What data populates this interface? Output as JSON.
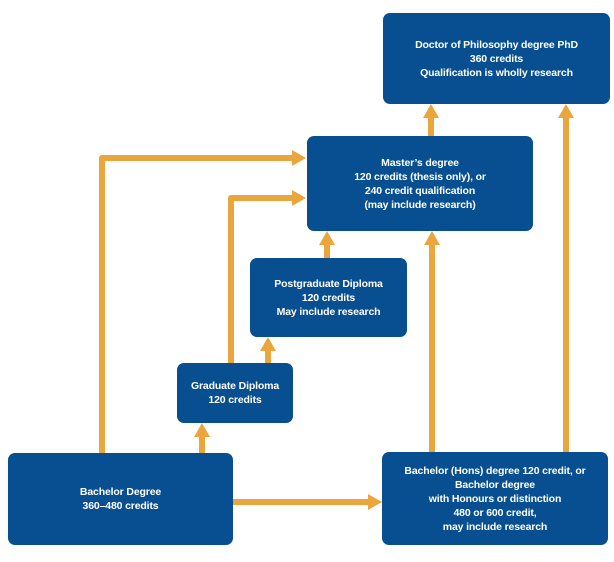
{
  "diagram": {
    "type": "flowchart",
    "background_color": "#ffffff",
    "colors": {
      "node_fill": "#084f91",
      "node_text": "#ffffff",
      "arrow": "#eaa53c"
    },
    "nodes": {
      "phd": {
        "lines": [
          "Doctor of Philosophy degree PhD",
          "360 credits",
          "Qualification is wholly research"
        ]
      },
      "masters": {
        "lines": [
          "Master’s degree",
          "120 credits (thesis only), or",
          "240 credit qualification",
          "(may include research)"
        ]
      },
      "postgraduate_diploma": {
        "lines": [
          "Postgraduate Diploma",
          "120 credits",
          "May include research"
        ]
      },
      "graduate_diploma": {
        "lines": [
          "Graduate Diploma",
          "120 credits"
        ]
      },
      "bachelor": {
        "lines": [
          "Bachelor Degree",
          "360–480 credits"
        ]
      },
      "bachelor_hons": {
        "lines": [
          "Bachelor (Hons) degree 120 credit, or",
          "Bachelor degree",
          "with Honours or distinction",
          "480 or 600 credit,",
          "may include research"
        ]
      }
    },
    "edges": [
      {
        "from": "bachelor",
        "to": "masters"
      },
      {
        "from": "bachelor",
        "to": "graduate_diploma"
      },
      {
        "from": "bachelor",
        "to": "bachelor_hons"
      },
      {
        "from": "graduate_diploma",
        "to": "masters"
      },
      {
        "from": "graduate_diploma",
        "to": "postgraduate_diploma"
      },
      {
        "from": "postgraduate_diploma",
        "to": "masters"
      },
      {
        "from": "bachelor_hons",
        "to": "masters"
      },
      {
        "from": "bachelor_hons",
        "to": "phd"
      },
      {
        "from": "masters",
        "to": "phd"
      }
    ]
  }
}
